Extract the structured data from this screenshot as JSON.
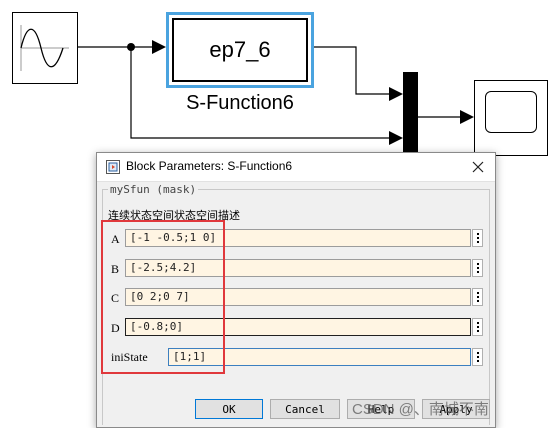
{
  "model": {
    "sfunction_block_text": "ep7_6",
    "sfunction_block_name": "S-Function6"
  },
  "dialog": {
    "title": "Block Parameters: S-Function6",
    "mask_type": "mySfun (mask)",
    "mask_description": "连续状态空间状态空间描述",
    "parameters": [
      {
        "label": "A",
        "value": "[-1 -0.5;1 0]"
      },
      {
        "label": "B",
        "value": "[-2.5;4.2]"
      },
      {
        "label": "C",
        "value": "[0 2;0 7]"
      },
      {
        "label": "D",
        "value": "[-0.8;0]"
      },
      {
        "label": "iniState",
        "value": "[1;1]"
      }
    ],
    "buttons": {
      "ok": "OK",
      "cancel": "Cancel",
      "help": "Help",
      "apply": "Apply"
    }
  },
  "watermark": "CSDN @、南城不南",
  "colors": {
    "selection_border": "#4aa3df",
    "highlight_box": "#e0383c",
    "field_background": "#fff5e3"
  }
}
